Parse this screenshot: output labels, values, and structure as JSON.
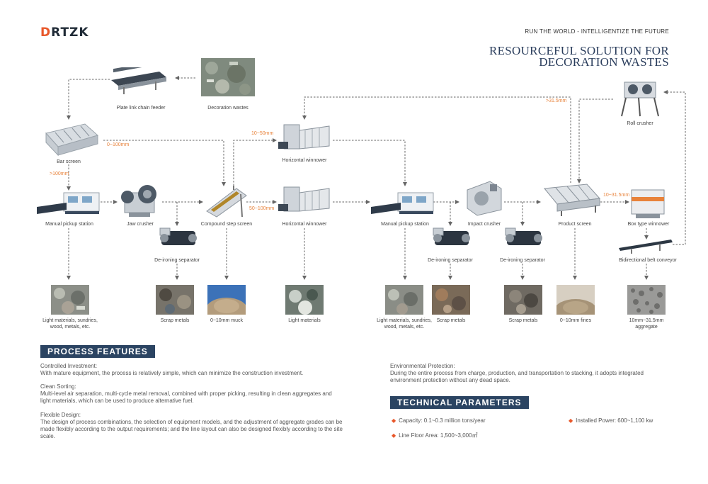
{
  "brand": {
    "logo_mark": "D",
    "logo_text": "RTZK",
    "slogan": "RUN THE WORLD - INTELLIGENTIZE THE FUTURE"
  },
  "headline": {
    "line1": "RESOURCEFUL SOLUTION FOR",
    "line2": "DECORATION WASTES"
  },
  "colors": {
    "accent": "#e8572a",
    "navy": "#2b4462",
    "size_label": "#e8823a",
    "arrow": "#666666"
  },
  "labels": {
    "plate_feeder": "Plate link chain feeder",
    "decoration_wastes": "Decoration wastes",
    "bar_screen": "Bar screen",
    "manual_pickup_1": "Manual pickup station",
    "jaw_crusher": "Jaw crusher",
    "compound_step_screen": "Compound step screen",
    "winnower_top": "Horizontal winnower",
    "winnower_mid": "Horizontal winnower",
    "manual_pickup_2": "Manual pickup station",
    "impact_crusher": "Impact crusher",
    "product_screen": "Product screen",
    "roll_crusher": "Roll crusher",
    "box_winnower": "Box type winnower",
    "belt_conveyor": "Bidirectional belt conveyor",
    "deironing_1": "De-ironing separator",
    "deironing_2": "De-ironing separator",
    "deironing_3": "De-ironing separator"
  },
  "sizes": {
    "s_0_100": "0~100mm",
    "s_gt100": ">100mm",
    "s_10_50": "10~50mm",
    "s_50_100": "50~100mm",
    "s_gt31_5": ">31.5mm",
    "s_10_31_5": "10~31.5mm"
  },
  "outputs": {
    "o1": "Light materials, sundries, wood, metals, etc.",
    "o2": "Scrap metals",
    "o3": "0~10mm muck",
    "o4": "Light materials",
    "o5": "Light materials, sundries, wood, metals, etc.",
    "o6": "Scrap metals",
    "o7": "Scrap metals",
    "o8": "0~10mm fines",
    "o9": "10mm~31.5mm aggregate"
  },
  "features": {
    "title": "PROCESS FEATURES",
    "items": [
      {
        "heading": "Controlled Investment:",
        "body": "With mature equipment, the process is relatively simple, which can minimize the construction investment."
      },
      {
        "heading": "Clean Sorting:",
        "body": "Multi-level air separation, multi-cycle metal removal, combined with proper picking, resulting in clean aggregates and light materials, which can be used to produce alternative fuel."
      },
      {
        "heading": "Flexible Design:",
        "body": "The design of process combinations, the selection of equipment models, and the adjustment of aggregate grades can be made flexibly according to the output requirements; and the line layout can also be designed flexibly according to the site scale."
      },
      {
        "heading": "Environmental Protection:",
        "body": "During the entire process from charge, production, and transportation to stacking, it adopts integrated environment protection without any dead space."
      }
    ]
  },
  "technical": {
    "title": "TECHNICAL PARAMETERS",
    "capacity": "Capacity: 0.1~0.3 million tons/year",
    "power": "Installed Power: 600~1,100 kw",
    "floor_area": "Line Floor Area: 1,500~3,000㎡"
  }
}
